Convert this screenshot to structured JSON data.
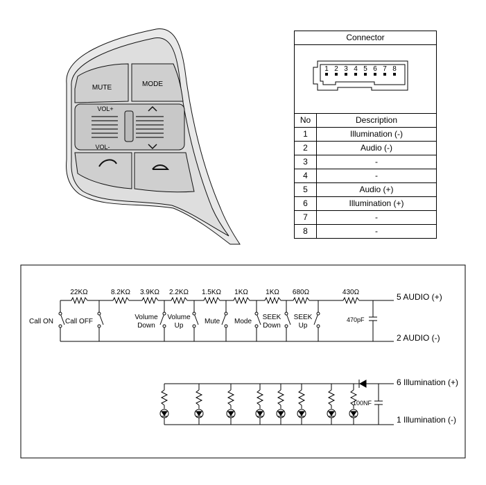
{
  "connector": {
    "title": "Connector",
    "pin_numbers": [
      "1",
      "2",
      "3",
      "4",
      "5",
      "6",
      "7",
      "8"
    ],
    "headers": {
      "no": "No",
      "description": "Description"
    },
    "rows": [
      {
        "no": "1",
        "description": "Illumination (-)"
      },
      {
        "no": "2",
        "description": "Audio (-)"
      },
      {
        "no": "3",
        "description": "-"
      },
      {
        "no": "4",
        "description": "-"
      },
      {
        "no": "5",
        "description": "Audio (+)"
      },
      {
        "no": "6",
        "description": "Illumination (+)"
      },
      {
        "no": "7",
        "description": "-"
      },
      {
        "no": "8",
        "description": "-"
      }
    ]
  },
  "switch_unit": {
    "mute_label": "MUTE",
    "mode_label": "MODE",
    "vol_up_label": "VOL+",
    "vol_down_label": "VOL-"
  },
  "schematic": {
    "resistors": [
      "22KΩ",
      "8.2KΩ",
      "3.9KΩ",
      "2.2KΩ",
      "1.5KΩ",
      "1KΩ",
      "1KΩ",
      "680Ω",
      "430Ω"
    ],
    "switches": [
      "Call ON",
      "Call OFF",
      "Volume Down",
      "Volume Up",
      "Mute",
      "Mode",
      "SEEK Down",
      "SEEK Up"
    ],
    "audio_capacitor": "470pF",
    "illum_capacitor": "100NF",
    "terminals": {
      "audio_pos": "5 AUDIO (+)",
      "audio_neg": "2 AUDIO (-)",
      "illum_pos": "6 Illumination (+)",
      "illum_neg": "1 Illumination (-)"
    }
  }
}
